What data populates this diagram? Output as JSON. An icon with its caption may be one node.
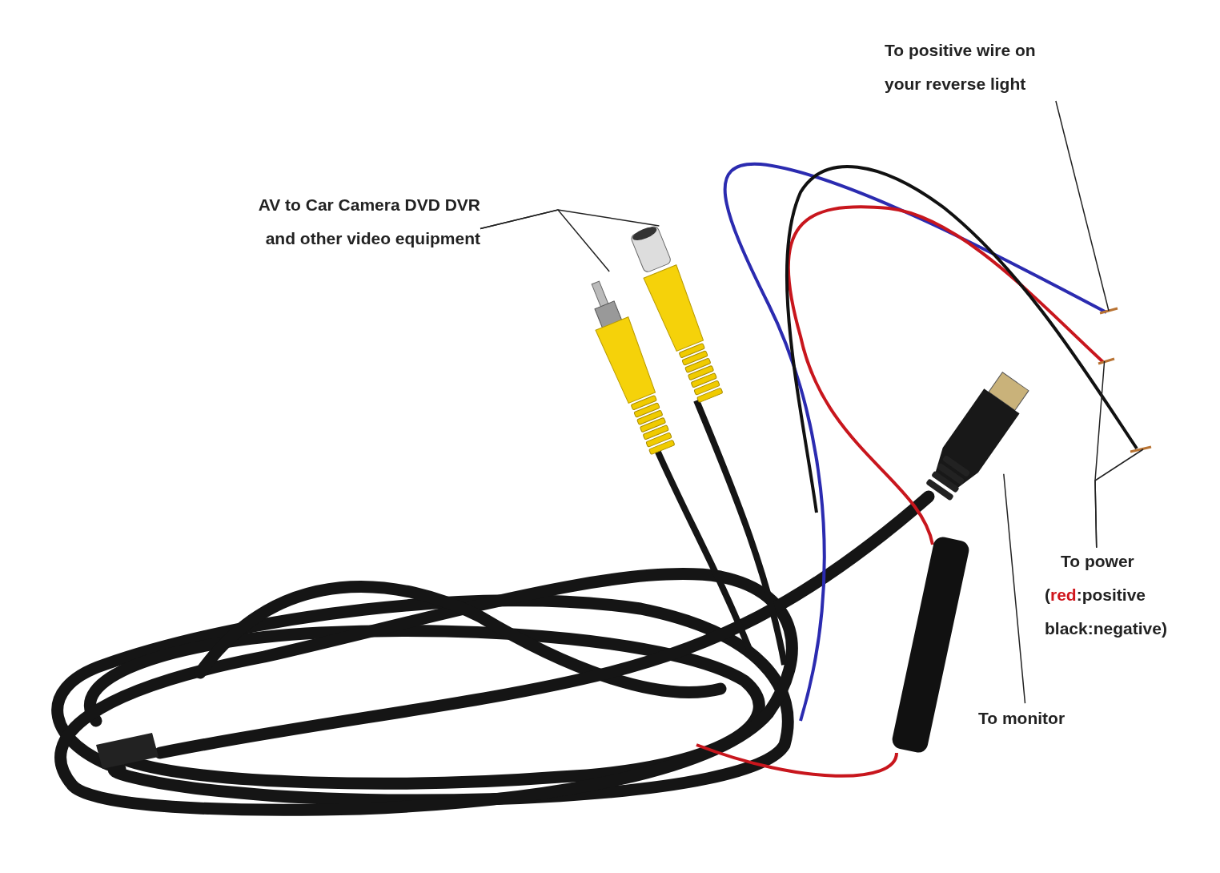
{
  "diagram": {
    "nodes": [
      {
        "text": [
          "AV to Car Camera DVD DVR and other video equipment"
        ]
      },
      {
        "text": [],
        "shape": "picture"
      },
      {
        "text": [],
        "shape": "picture"
      },
      {
        "text": [
          "To positive wire on your reverse light"
        ]
      },
      {
        "text": [],
        "shape": "picture"
      },
      {
        "text": [
          "To power",
          "(red:positive black:negative)"
        ]
      },
      {
        "text": [],
        "shape": "picture"
      },
      {
        "text": [],
        "shape": "picture"
      },
      {
        "text": [
          "To monitor"
        ]
      },
      {
        "text": [],
        "shape": "picture"
      }
    ],
    "edges": [
      {
        "from": 0,
        "to": 1,
        "arrow": "none"
      },
      {
        "from": 0,
        "to": 2,
        "arrow": "none"
      },
      {
        "from": 3,
        "to": 4,
        "arrow": "none"
      },
      {
        "from": 5,
        "to": 6,
        "arrow": "none"
      },
      {
        "from": 5,
        "to": 7,
        "arrow": "none"
      },
      {
        "from": 8,
        "to": 9,
        "arrow": "none"
      }
    ]
  }
}
